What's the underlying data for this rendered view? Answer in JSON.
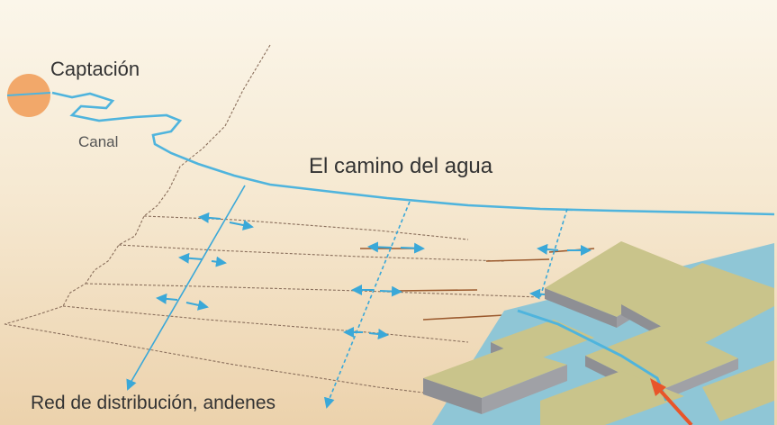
{
  "labels": {
    "captacion": "Captación",
    "canal": "Canal",
    "camino": "El camino del agua",
    "red": "Red de distribución, andenes"
  },
  "colors": {
    "water": "#4fb4dd",
    "source": "#f2a86a",
    "terrace_top": "#c9c48b",
    "terrace_side": "#8e8f94",
    "arrow_red": "#e8552a",
    "contour": "#8a6f5c"
  }
}
